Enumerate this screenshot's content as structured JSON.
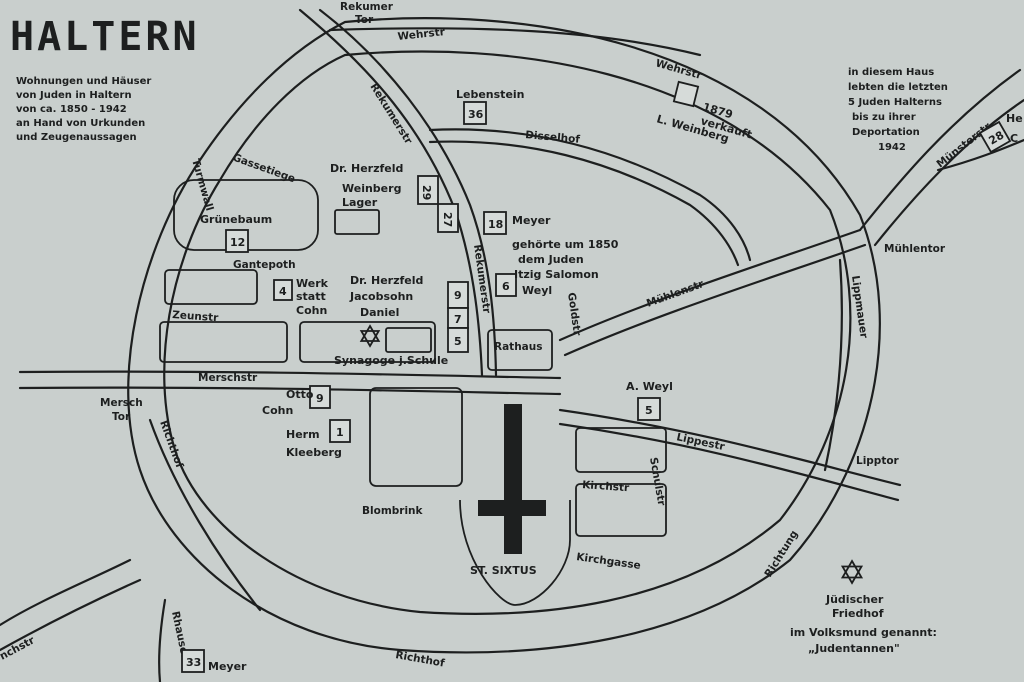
{
  "map": {
    "title": "HALTERN",
    "subtitle_lines": [
      "Wohnungen und Häuser",
      "von Juden in Haltern",
      "von ca. 1850 - 1942",
      "an Hand von Urkunden",
      "und Zeugenaussagen"
    ],
    "note_lines": [
      "in diesem Haus",
      "lebten die letzten",
      "5 Juden Halterns",
      "bis zu ihrer",
      "Deportation",
      "1942"
    ],
    "streets": {
      "rekumer_tor_1": "Rekumer",
      "rekumer_tor_2": "Tor",
      "wehrstr_top": "Wehrstr",
      "wehrstr_right": "Wehrstr",
      "rekumerstr_upper": "Rekumerstr",
      "rekumerstr_lower": "Rekumerstr",
      "disselhof": "Disselhof",
      "turmwall": "Turmwall",
      "gasse": "Gassetiege",
      "gantepoth": "Gantepoth",
      "zeunstr": "Zeunstr",
      "merschstr": "Merschstr",
      "mersch_tor_1": "Mersch",
      "mersch_tor_2": "Tor",
      "richthof_left": "Richthof",
      "richthof_bottom": "Richthof",
      "rhauses": "Rhauses",
      "muehlenstr": "Mühlenstr",
      "muehlentor": "Mühlentor",
      "lippmauer": "Lippmauer",
      "lippestr": "Lippestr",
      "lipptor": "Lipptor",
      "kirchstr": "Kirchstr",
      "schulstr": "Schulstr",
      "goldstr": "Goldstr",
      "kirchgasse": "Kirchgasse",
      "richtung": "Richtung",
      "blombrink": "Blombrink",
      "muensterstr": "Münsterstr",
      "rathaus": "Rathaus",
      "lenstr": "nchstr"
    },
    "labels": {
      "lebenstein": "Lebenstein",
      "weinberg_1879_a": "1879",
      "weinberg_1879_b": "verkauft",
      "weinberg_1879_c": "L. Weinberg",
      "herzfeld_top": "Dr. Herzfeld",
      "weinberg_lager_a": "Weinberg",
      "weinberg_lager_b": "Lager",
      "meyer18": "Meyer",
      "gehoerte_a": "gehörte um 1850",
      "gehoerte_b": "dem Juden",
      "gehoerte_c": "Itzig Salomon",
      "weyl6": "Weyl",
      "gruenebaum": "Grünebaum",
      "werkstatt_a": "Werk",
      "werkstatt_b": "statt",
      "werkstatt_c": "Cohn",
      "herzfeld_mid_a": "Dr. Herzfeld",
      "herzfeld_mid_b": "Jacobsohn",
      "herzfeld_mid_c": "Daniel",
      "synagoge": "Synagoge j.Schule",
      "otto_cohn_a": "Otto",
      "otto_cohn_b": "Cohn",
      "kleeberg_a": "Herm",
      "kleeberg_b": "Kleeberg",
      "aweyl": "A. Weyl",
      "st_sixtus": "ST. SIXTUS",
      "meyer33": "Meyer",
      "friedhof_a": "Jüdischer",
      "friedhof_b": "Friedhof",
      "friedhof_c": "im Volksmund genannt:",
      "friedhof_d": "„Judentannen\"",
      "he_c_a": "He",
      "he_c_b": "C"
    },
    "house_numbers": {
      "n36": "36",
      "n29": "29",
      "n27": "27",
      "n18": "18",
      "n12": "12",
      "n4": "4",
      "n6": "6",
      "n9": "9",
      "n7": "7",
      "n5a": "5",
      "n9b": "9",
      "n1": "1",
      "n5b": "5",
      "n28": "28",
      "n33": "33"
    },
    "symbols": {
      "synagogue_star": "star-of-david",
      "cemetery_star": "star-of-david",
      "church_cross": "cross"
    }
  }
}
